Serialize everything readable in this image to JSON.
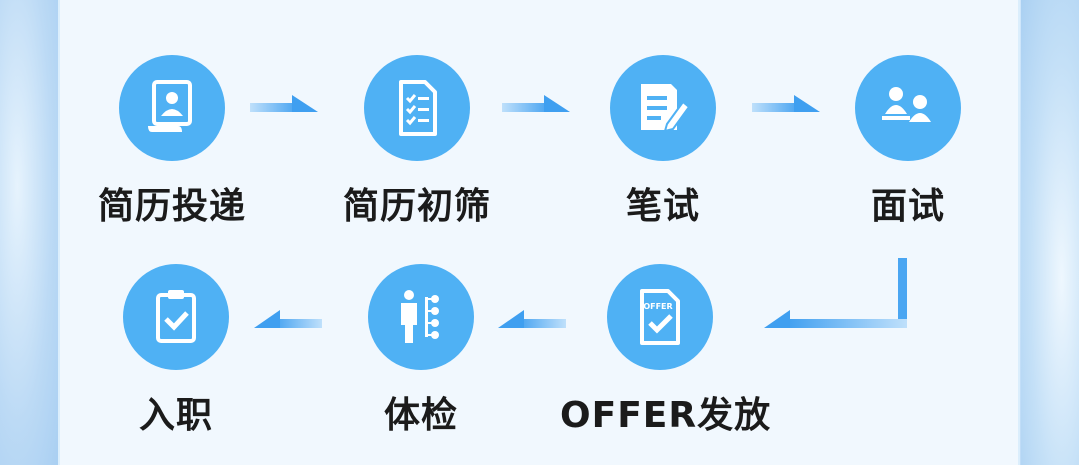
{
  "steps": [
    {
      "label": "简历投递",
      "icon": "resume-icon"
    },
    {
      "label": "简历初筛",
      "icon": "checklist-icon"
    },
    {
      "label": "笔试",
      "icon": "pen-document-icon"
    },
    {
      "label": "面试",
      "icon": "interview-icon"
    },
    {
      "label": "OFFER发放",
      "icon": "offer-document-icon"
    },
    {
      "label": "体检",
      "icon": "physical-exam-icon"
    },
    {
      "label": "入职",
      "icon": "clipboard-check-icon"
    }
  ],
  "offer_icon_text": "OFFER",
  "colors": {
    "circle": "#4fb1f4",
    "arrow": "#5aaef0",
    "panel": "#f1f8fe",
    "text": "#1b1b1b"
  }
}
